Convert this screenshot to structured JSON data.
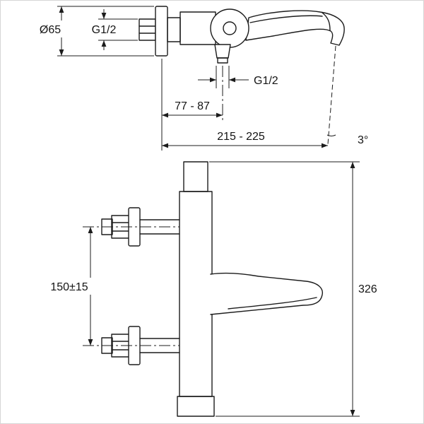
{
  "page": {
    "background": "#ffffff",
    "frame_color": "#d6d6d6",
    "line_color": "#1c1c1c"
  },
  "side_view": {
    "labels": {
      "flange_diameter": "Ø65",
      "inlet_thread": "G1/2",
      "outlet_thread": "G1/2",
      "outlet_offset_range": "77 - 87",
      "spout_reach_range": "215 - 225",
      "spout_angle": "3°"
    }
  },
  "front_view": {
    "labels": {
      "inlet_spacing": "150±15",
      "overall_height": "326"
    }
  }
}
